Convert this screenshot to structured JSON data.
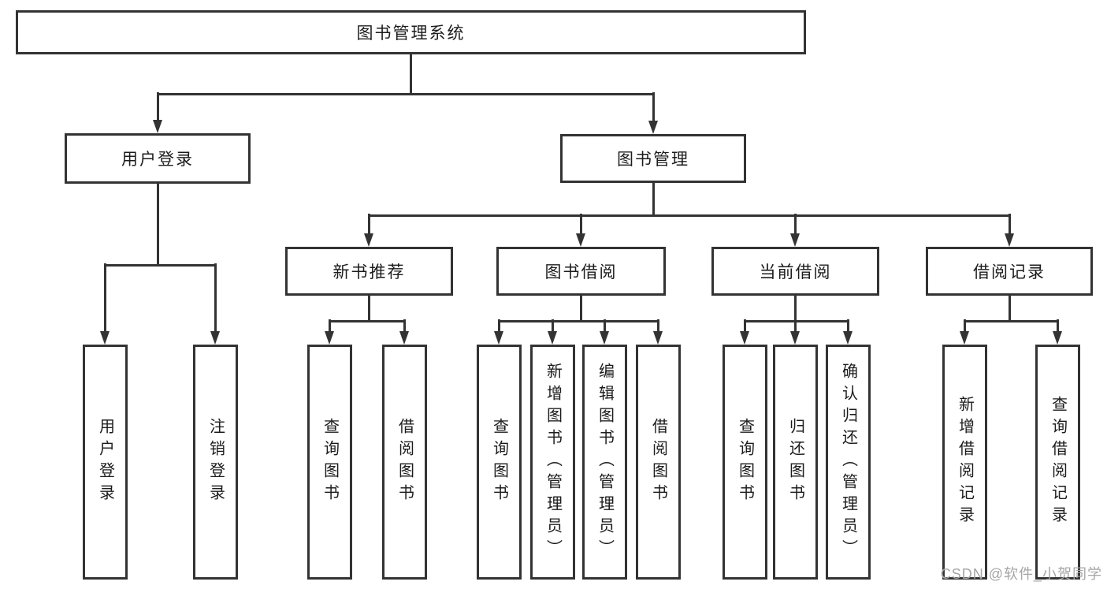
{
  "tree": {
    "label": "图书管理系统",
    "children": [
      {
        "label": "用户登录",
        "children": [
          {
            "label": "用户登录"
          },
          {
            "label": "注销登录"
          }
        ]
      },
      {
        "label": "图书管理",
        "children": [
          {
            "label": "新书推荐",
            "children": [
              {
                "label": "查询图书"
              },
              {
                "label": "借阅图书"
              }
            ]
          },
          {
            "label": "图书借阅",
            "children": [
              {
                "label": "查询图书"
              },
              {
                "label": "新增图书（管理员）"
              },
              {
                "label": "编辑图书（管理员）"
              },
              {
                "label": "借阅图书"
              }
            ]
          },
          {
            "label": "当前借阅",
            "children": [
              {
                "label": "查询图书"
              },
              {
                "label": "归还图书"
              },
              {
                "label": "确认归还（管理员）"
              }
            ]
          },
          {
            "label": "借阅记录",
            "children": [
              {
                "label": "新增借阅记录"
              },
              {
                "label": "查询借阅记录"
              }
            ]
          }
        ]
      }
    ]
  },
  "watermark": "CSDN @软件_小贺同学",
  "colors": {
    "line": "#333333",
    "text": "#1c1c1c",
    "watermark": "#a5a5a5",
    "background": "#ffffff"
  }
}
